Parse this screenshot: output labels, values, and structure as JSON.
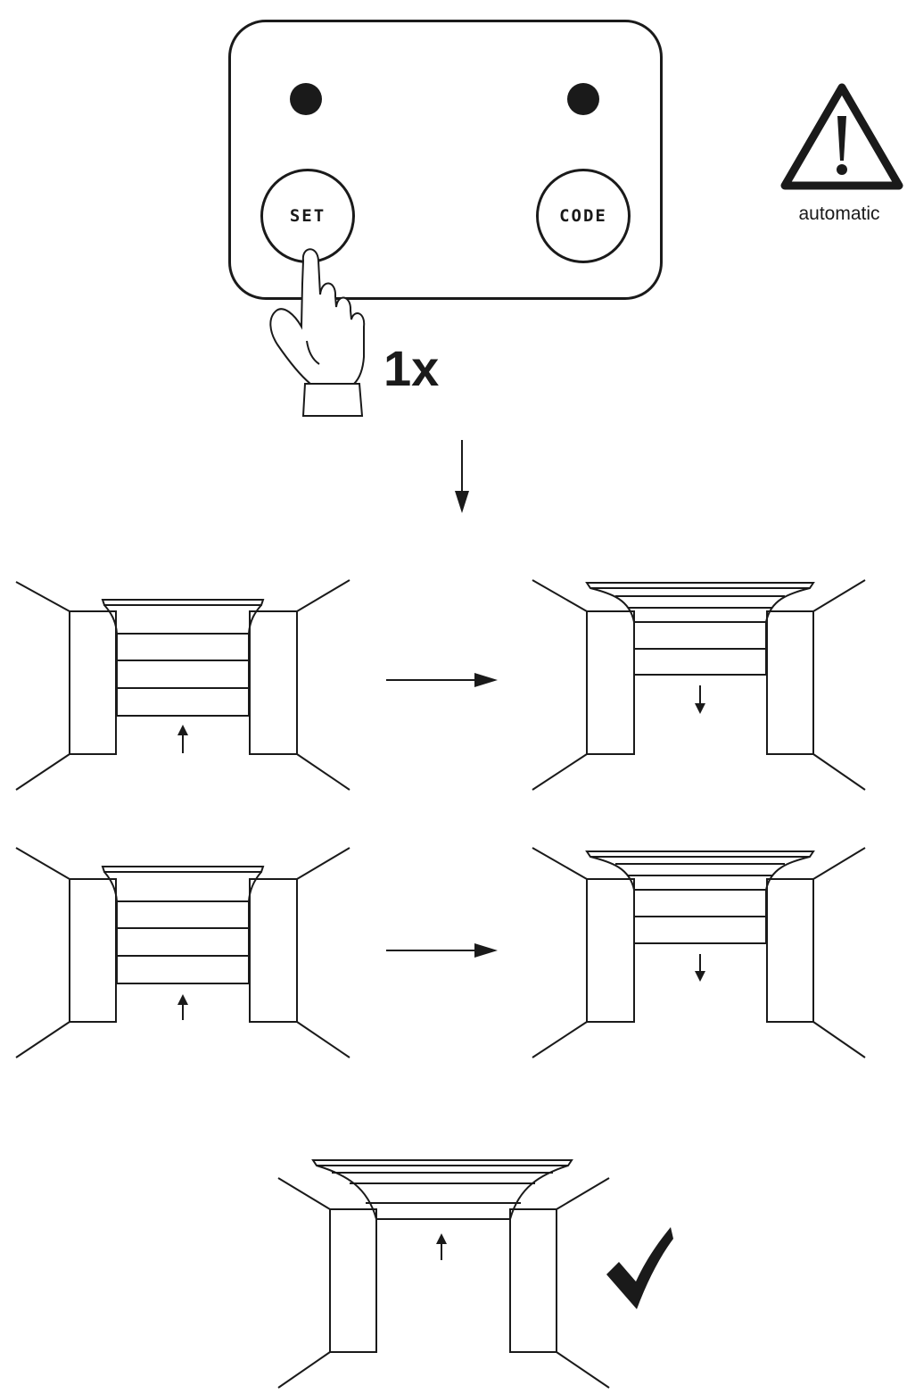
{
  "control_panel": {
    "set_label": "SET",
    "code_label": "CODE"
  },
  "press_count": "1x",
  "warning": {
    "icon": "warning-triangle-icon",
    "caption": "automatic"
  },
  "steps": [
    {
      "from": "door-open-icon",
      "to": "door-closing-icon"
    },
    {
      "from": "door-open-icon",
      "to": "door-closing-icon"
    }
  ],
  "result": {
    "scene": "door-opening-icon",
    "icon": "checkmark-icon"
  },
  "colors": {
    "line": "#1a1a1a",
    "background": "#ffffff"
  }
}
